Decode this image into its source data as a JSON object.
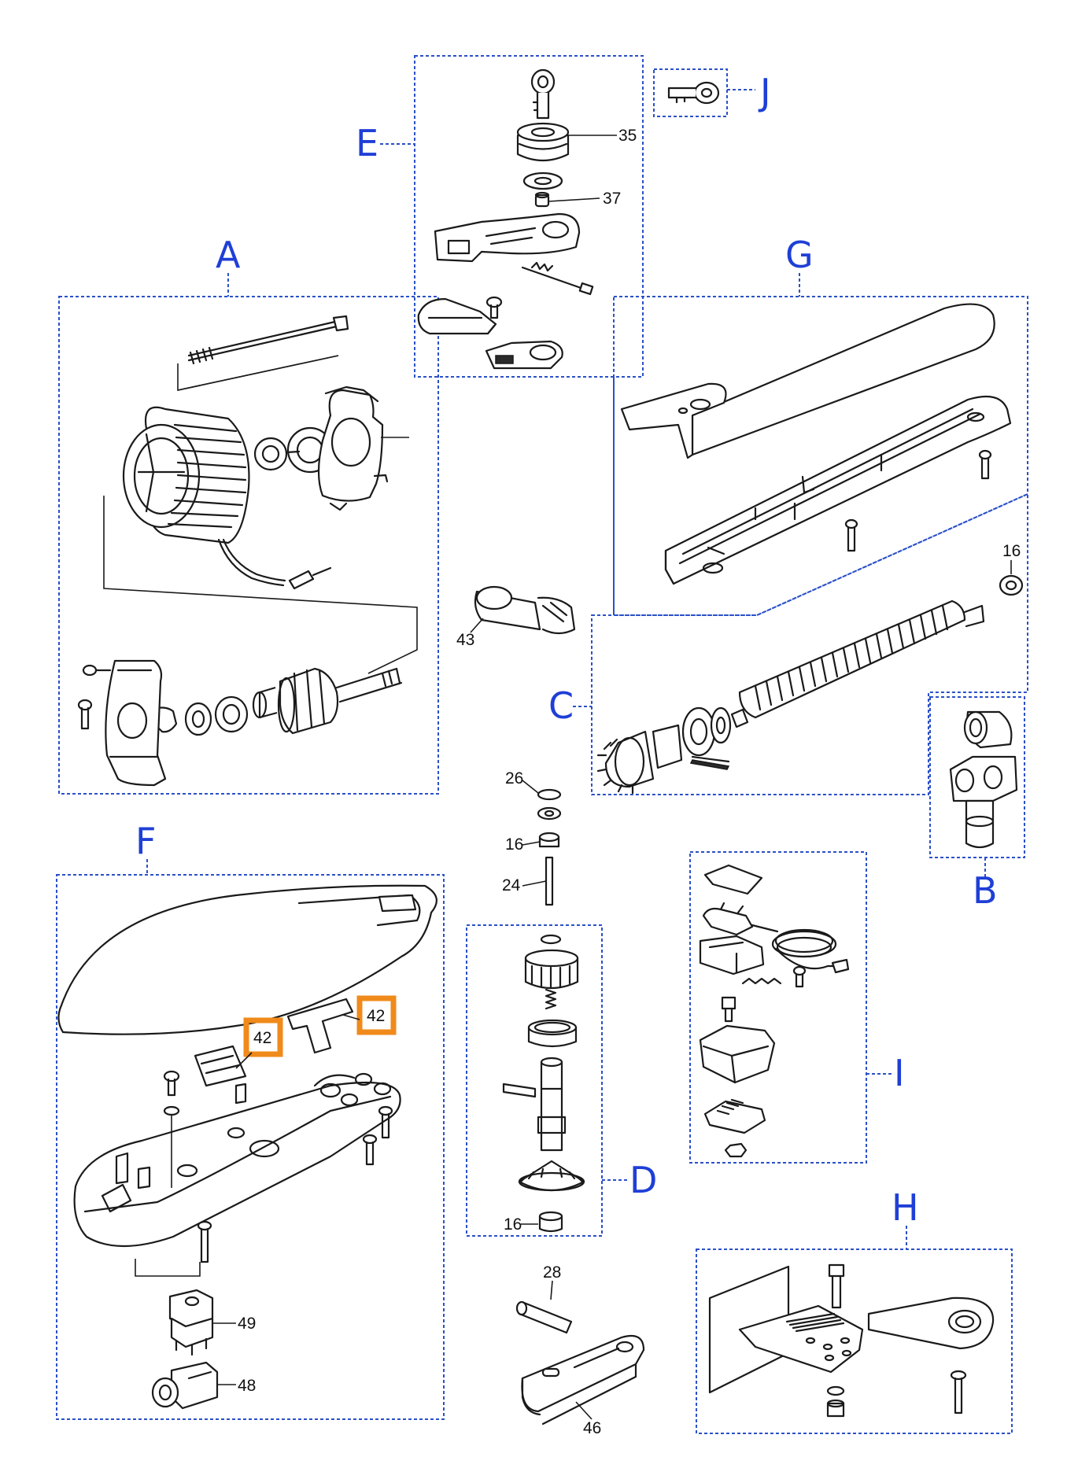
{
  "groups": {
    "A": "A",
    "B": "B",
    "C": "C",
    "D": "D",
    "E": "E",
    "F": "F",
    "G": "G",
    "H": "H",
    "I": "I",
    "J": "J"
  },
  "callouts": {
    "c35": "35",
    "c37": "37",
    "c16_c": "16",
    "c43": "43",
    "c26": "26",
    "c16_top": "16",
    "c24": "24",
    "c16_d": "16",
    "c28": "28",
    "c46": "46",
    "c49": "49",
    "c48": "48"
  },
  "highlighted": {
    "h42_a": "42",
    "h42_b": "42"
  },
  "colors": {
    "group_outline": "#2b50c8",
    "group_letter": "#1f3fd6",
    "highlight": "#f08a1a"
  }
}
